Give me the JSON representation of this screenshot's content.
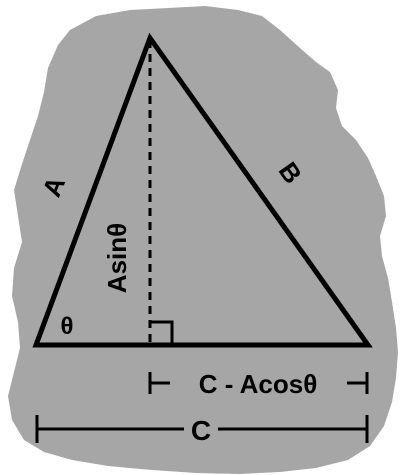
{
  "diagram": {
    "labels": {
      "side_a": "A",
      "side_b": "B",
      "angle": "θ",
      "height": "Asinθ",
      "segment": "C - Acosθ",
      "base": "C"
    },
    "colors": {
      "background_blob": "#a6a6a6",
      "lines": "#000000"
    }
  }
}
